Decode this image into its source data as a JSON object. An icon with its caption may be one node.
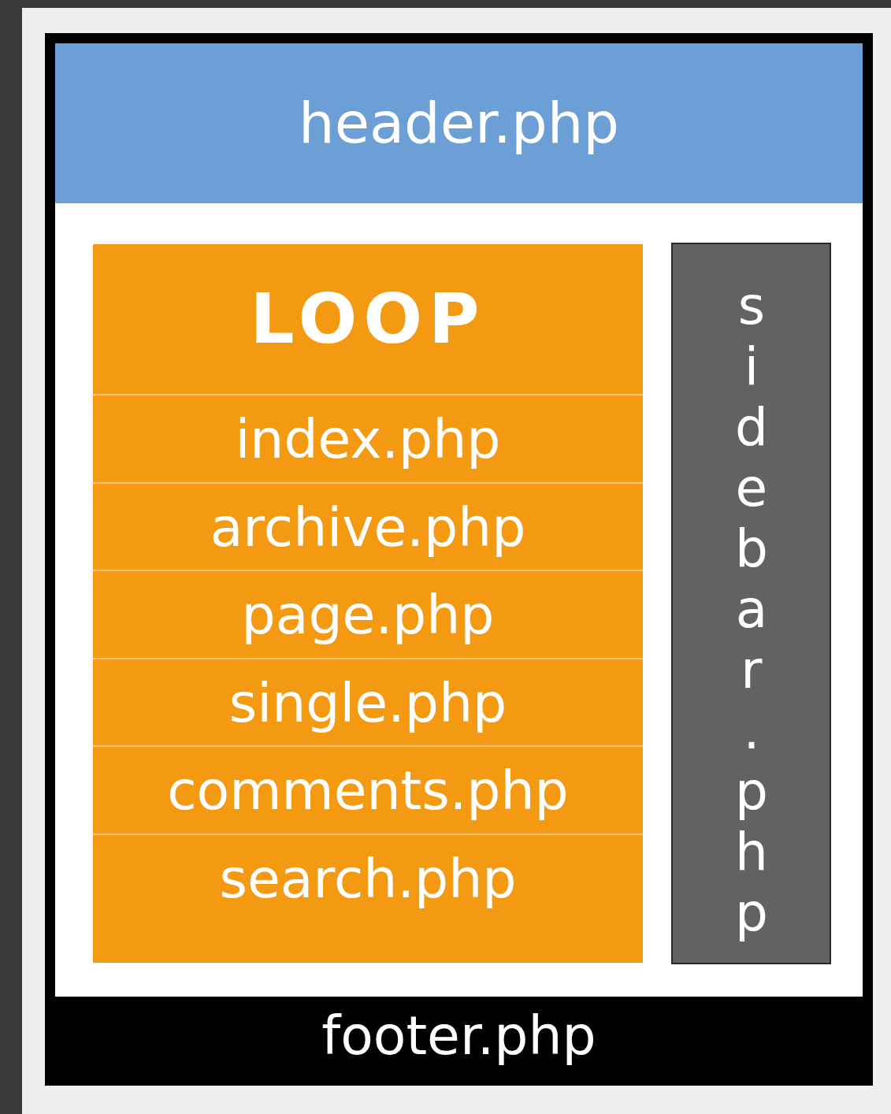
{
  "diagram": {
    "nodes": [
      {
        "text": [],
        "shape": "box"
      },
      {
        "text": [
          "header.php"
        ],
        "in": 0
      },
      {
        "text": [
          "LOOP"
        ],
        "in": 0
      },
      {
        "text": [
          "index.php"
        ],
        "in": 2
      },
      {
        "text": [
          "archive.php"
        ],
        "in": 2
      },
      {
        "text": [
          "page.php"
        ],
        "in": 2
      },
      {
        "text": [
          "single.php"
        ],
        "in": 2
      },
      {
        "text": [
          "comments.php"
        ],
        "in": 2
      },
      {
        "text": [
          "search.php"
        ],
        "in": 2
      },
      {
        "text": [
          "sidebar.php"
        ],
        "in": 0
      },
      {
        "text": [
          "footer.php"
        ],
        "in": 0
      }
    ]
  }
}
